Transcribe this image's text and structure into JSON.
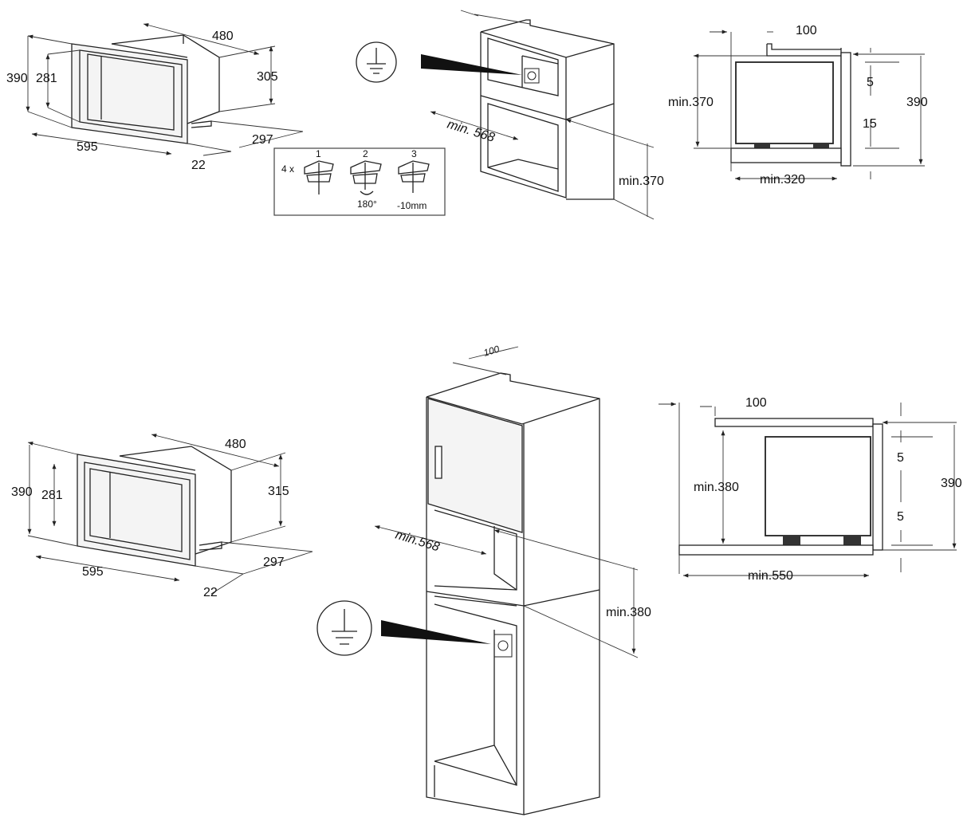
{
  "top": {
    "microwave": {
      "depth": "480",
      "height_outer": "390",
      "height_inner": "281",
      "height_box": "305",
      "width": "595",
      "side_depth": "297",
      "frame_offset": "22"
    },
    "cabinet": {
      "width": "min. 568",
      "height": "min.370"
    },
    "steps": {
      "multiplier": "4 x",
      "step1": "1",
      "step2": "2",
      "step3": "3",
      "rotation": "180°",
      "adjust": "-10mm"
    },
    "side_view": {
      "gap": "100",
      "height": "min.370",
      "total": "390",
      "top_gap": "5",
      "bottom_gap": "15",
      "depth": "min.320"
    }
  },
  "bottom": {
    "microwave": {
      "depth": "480",
      "height_outer": "390",
      "height_inner": "281",
      "height_box": "315",
      "width": "595",
      "side_depth": "297",
      "frame_offset": "22"
    },
    "cabinet": {
      "gap": "100",
      "width": "min.568",
      "height": "min.380"
    },
    "side_view": {
      "gap": "100",
      "height": "min.380",
      "total": "390",
      "top_gap": "5",
      "bottom_gap": "5",
      "depth": "min.550"
    }
  }
}
